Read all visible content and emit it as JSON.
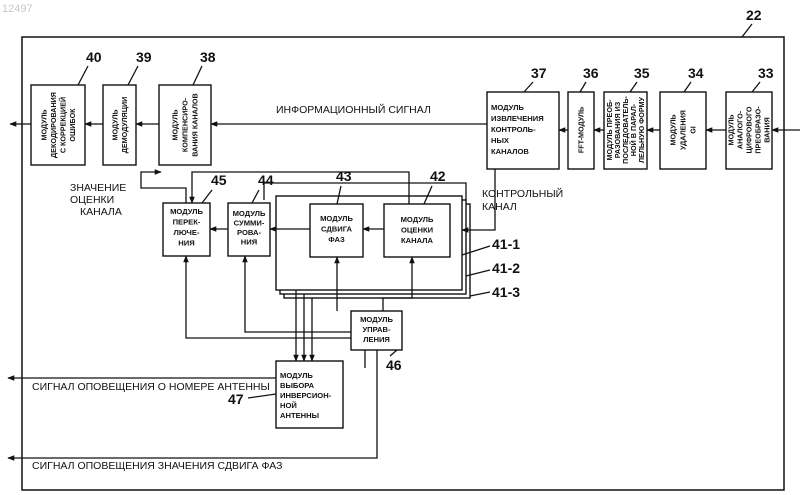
{
  "watermark": "12497",
  "figure": {
    "outer_ref": "22",
    "blocks": [
      {
        "ref": "40",
        "label": "МОДУЛЬ ДЕКОДИРОВАНИЯ С КОРРЕКЦИЕЙ ОШИБОК",
        "lines": [
          "МОДУЛЬ",
          "ДЕКОДИРОВАНИЯ",
          "С КОРРЕКЦИЕЙ",
          "ОШИБОК"
        ]
      },
      {
        "ref": "39",
        "label": "МОДУЛЬ ДЕМОДУЛЯЦИИ",
        "lines": [
          "МОДУЛЬ",
          "ДЕМОДУЛЯЦИИ"
        ]
      },
      {
        "ref": "38",
        "label": "МОДУЛЬ КОМПЕНСИРОВАНИЯ КАНАЛОВ",
        "lines": [
          "МОДУЛЬ",
          "КОМПЕНСИРО-",
          "ВАНИЯ КАНАЛОВ"
        ]
      },
      {
        "ref": "37",
        "label": "МОДУЛЬ ИЗВЛЕЧЕНИЯ КОНТРОЛЬНЫХ КАНАЛОВ",
        "lines": [
          "МОДУЛЬ",
          "ИЗВЛЕЧЕНИЯ",
          "КОНТРОЛЬ-",
          "НЫХ",
          "КАНАЛОВ"
        ]
      },
      {
        "ref": "36",
        "label": "FFT-МОДУЛЬ",
        "lines": [
          "FFT-МОДУЛЬ"
        ]
      },
      {
        "ref": "35",
        "label": "МОДУЛЬ ПРЕОБРАЗОВАНИЯ ИЗ ПОСЛЕДОВАТЕЛЬНОЙ В ПАРАЛЛЕЛЬНУЮ ФОРМУ",
        "lines": [
          "МОДУЛЬ ПРЕОБ-",
          "РАЗОВАНИЯ ИЗ",
          "ПОСЛЕДОВАТЕЛЬ-",
          "НОЙ В ПАРАЛ-",
          "ЛЕЛЬНУЮ ФОРМУ"
        ]
      },
      {
        "ref": "34",
        "label": "МОДУЛЬ УДАЛЕНИЯ GI",
        "lines": [
          "МОДУЛЬ",
          "УДАЛЕНИЯ",
          "GI"
        ]
      },
      {
        "ref": "33",
        "label": "МОДУЛЬ АНАЛОГО-ЦИФРОВОГО ПРЕОБРАЗОВАНИЯ",
        "lines": [
          "МОДУЛЬ",
          "АНАЛОГО-",
          "ЦИФРОВОГО",
          "ПРЕОБРАЗО-",
          "ВАНИЯ"
        ]
      },
      {
        "ref": "45",
        "label": "МОДУЛЬ ПЕРЕКЛЮЧЕНИЯ",
        "lines": [
          "МОДУЛЬ",
          "ПЕРЕК-",
          "ЛЮЧЕ-",
          "НИЯ"
        ]
      },
      {
        "ref": "44",
        "label": "МОДУЛЬ СУММИРОВАНИЯ",
        "lines": [
          "МОДУЛЬ",
          "СУММИ-",
          "РОВА-",
          "НИЯ"
        ]
      },
      {
        "ref": "43",
        "label": "МОДУЛЬ СДВИГА ФАЗ",
        "lines": [
          "МОДУЛЬ",
          "СДВИГА",
          "ФАЗ"
        ]
      },
      {
        "ref": "42",
        "label": "МОДУЛЬ ОЦЕНКИ КАНАЛА",
        "lines": [
          "МОДУЛЬ",
          "ОЦЕНКИ",
          "КАНАЛА"
        ]
      },
      {
        "ref": "46",
        "label": "МОДУЛЬ УПРАВЛЕНИЯ",
        "lines": [
          "МОДУЛЬ",
          "УПРАВ-",
          "ЛЕНИЯ"
        ]
      },
      {
        "ref": "47",
        "label": "МОДУЛЬ ВЫБОРА ИНВЕРСИОННОЙ АНТЕННЫ",
        "lines": [
          "МОДУЛЬ",
          "ВЫБОРА",
          "ИНВЕРСИОН-",
          "НОЙ",
          "АНТЕННЫ"
        ]
      }
    ],
    "stack_refs": [
      "41-1",
      "41-2",
      "41-3"
    ],
    "signals": {
      "info_signal": "ИНФОРМАЦИОННЫЙ СИГНАЛ",
      "channel_estimate": [
        "ЗНАЧЕНИЕ",
        "ОЦЕНКИ",
        "КАНАЛА"
      ],
      "control_channel": [
        "КОНТРОЛЬНЫЙ",
        "КАНАЛ"
      ],
      "antenna_notice": "СИГНАЛ ОПОВЕЩЕНИЯ О НОМЕРЕ АНТЕННЫ",
      "phase_notice": "СИГНАЛ ОПОВЕЩЕНИЯ ЗНАЧЕНИЯ СДВИГА ФАЗ"
    }
  }
}
